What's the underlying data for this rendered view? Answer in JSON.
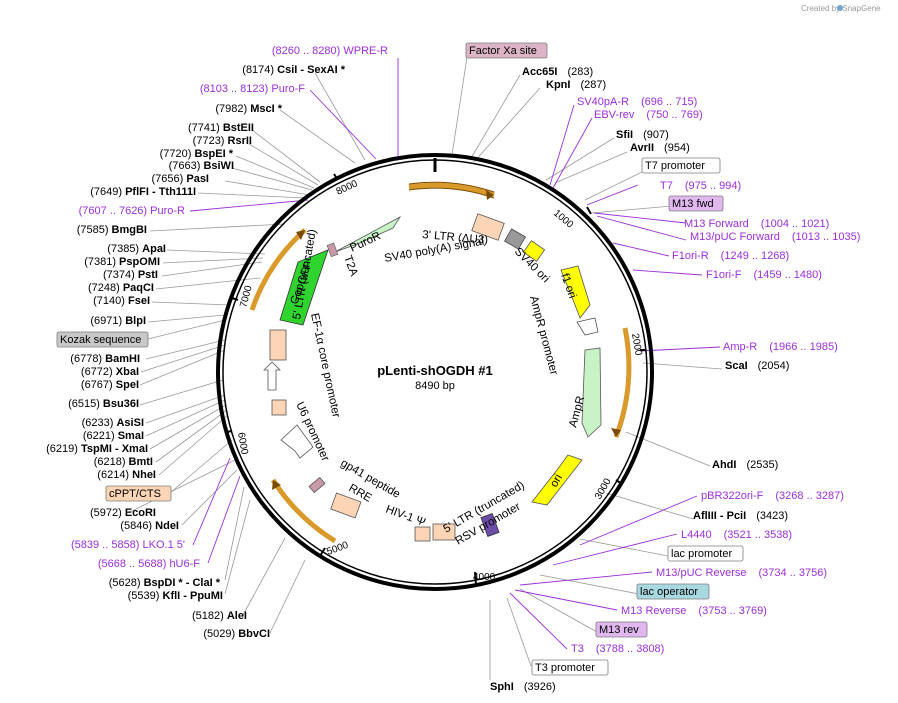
{
  "credit": "Created by SnapGene",
  "plasmid": {
    "name": "pLenti-shOGDH #1",
    "size": "8490 bp"
  },
  "ticks": [
    "1000",
    "2000",
    "3000",
    "4000",
    "5000",
    "6000",
    "7000",
    "8000"
  ],
  "boxed_labels": {
    "factor_xa": "Factor Xa site",
    "t7_promoter": "T7 promoter",
    "m13_fwd": "M13 fwd",
    "lac_promoter": "lac promoter",
    "lac_operator": "lac operator",
    "m13_rev": "M13 rev",
    "t3_promoter": "T3 promoter",
    "kozak": "Kozak sequence",
    "cppt": "cPPT/CTS"
  },
  "right_labels": [
    {
      "name": "Acc65I",
      "pos": "(283)"
    },
    {
      "name": "KpnI",
      "pos": "(287)"
    },
    {
      "name": "SV40pA-R",
      "pos": "(696 .. 715)"
    },
    {
      "name": "EBV-rev",
      "pos": "(750 .. 769)"
    },
    {
      "name": "SfiI",
      "pos": "(907)"
    },
    {
      "name": "AvrII",
      "pos": "(954)"
    },
    {
      "name": "T7",
      "pos": "(975 .. 994)"
    },
    {
      "name": "M13 Forward",
      "pos": "(1004 .. 1021)"
    },
    {
      "name": "M13/pUC Forward",
      "pos": "(1013 .. 1035)"
    },
    {
      "name": "F1ori-R",
      "pos": "(1249 .. 1268)"
    },
    {
      "name": "F1ori-F",
      "pos": "(1459 .. 1480)"
    },
    {
      "name": "Amp-R",
      "pos": "(1966 .. 1985)"
    },
    {
      "name": "ScaI",
      "pos": "(2054)"
    },
    {
      "name": "AhdI",
      "pos": "(2535)"
    },
    {
      "name": "pBR322ori-F",
      "pos": "(3268 .. 3287)"
    },
    {
      "name": "AflIII - PciI",
      "pos": "(3423)"
    },
    {
      "name": "L4440",
      "pos": "(3521 .. 3538)"
    },
    {
      "name": "M13/pUC Reverse",
      "pos": "(3734 .. 3756)"
    },
    {
      "name": "M13 Reverse",
      "pos": "(3753 .. 3769)"
    },
    {
      "name": "T3",
      "pos": "(3788 .. 3808)"
    },
    {
      "name": "SphI",
      "pos": "(3926)"
    }
  ],
  "left_labels": [
    {
      "name": "WPRE-R",
      "pos": "(8260 .. 8280)"
    },
    {
      "name": "CsiI - SexAI *",
      "pos": "(8174)"
    },
    {
      "name": "Puro-F",
      "pos": "(8103 .. 8123)"
    },
    {
      "name": "MscI *",
      "pos": "(7982)"
    },
    {
      "name": "BstEII",
      "pos": "(7741)"
    },
    {
      "name": "RsrII",
      "pos": "(7723)"
    },
    {
      "name": "BspEI *",
      "pos": "(7720)"
    },
    {
      "name": "BsiWI",
      "pos": "(7663)"
    },
    {
      "name": "PasI",
      "pos": "(7656)"
    },
    {
      "name": "PflFI - Tth111I",
      "pos": "(7649)"
    },
    {
      "name": "Puro-R",
      "pos": "(7607 .. 7626)"
    },
    {
      "name": "BmgBI",
      "pos": "(7585)"
    },
    {
      "name": "ApaI",
      "pos": "(7385)"
    },
    {
      "name": "PspOMI",
      "pos": "(7381)"
    },
    {
      "name": "PstI",
      "pos": "(7374)"
    },
    {
      "name": "PaqCI",
      "pos": "(7248)"
    },
    {
      "name": "FseI",
      "pos": "(7140)"
    },
    {
      "name": "BlpI",
      "pos": "(6971)"
    },
    {
      "name": "BamHI",
      "pos": "(6778)"
    },
    {
      "name": "XbaI",
      "pos": "(6772)"
    },
    {
      "name": "SpeI",
      "pos": "(6767)"
    },
    {
      "name": "Bsu36I",
      "pos": "(6515)"
    },
    {
      "name": "AsiSI",
      "pos": "(6233)"
    },
    {
      "name": "SmaI",
      "pos": "(6221)"
    },
    {
      "name": "TspMI - XmaI",
      "pos": "(6219)"
    },
    {
      "name": "BmtI",
      "pos": "(6218)"
    },
    {
      "name": "NheI",
      "pos": "(6214)"
    },
    {
      "name": "EcoRI",
      "pos": "(5972)"
    },
    {
      "name": "NdeI",
      "pos": "(5846)"
    },
    {
      "name": "LKO.1 5'",
      "pos": "(5839 .. 5858)"
    },
    {
      "name": "hU6-F",
      "pos": "(5668 .. 5688)"
    },
    {
      "name": "BspDI * - ClaI *",
      "pos": "(5628)"
    },
    {
      "name": "KflI - PpuMI",
      "pos": "(5539)"
    },
    {
      "name": "AleI",
      "pos": "(5182)"
    },
    {
      "name": "BbvCI",
      "pos": "(5029)"
    }
  ],
  "features": {
    "ltr3": "3' LTR (ΔU3)",
    "sv40pa": "SV40 poly(A) signal",
    "sv40ori": "SV40 ori",
    "f1ori": "f1 ori",
    "ampr_promoter": "AmpR promoter",
    "ampr": "AmpR",
    "ori": "ori",
    "ltr5_rsv": "5' LTR (truncated)",
    "rsv_promoter": "RSV promoter",
    "hiv_psi": "HIV-1 Ψ",
    "rre": "RRE",
    "gp41": "gp41 peptide",
    "u6": "U6 promoter",
    "ef1a": "EF-1α core promoter",
    "ltr5": "5' LTR (truncated)",
    "copgfp": "CopGFP",
    "t2a": "T2A",
    "puror": "PuroR"
  },
  "colors": {
    "primer": "#9b30d9",
    "backbone": "#000000",
    "orange_arc": "#d99a2b",
    "green_cds": "#2fd42f",
    "light_green": "#c7f3c7",
    "yellow": "#ffff00",
    "peach": "#fbd5b5",
    "factor_xa_box": "#dcb4c6",
    "m13_box": "#e0b8ef",
    "lac_operator_box": "#a8d8e0",
    "cppt_box": "#fbd5b5"
  }
}
